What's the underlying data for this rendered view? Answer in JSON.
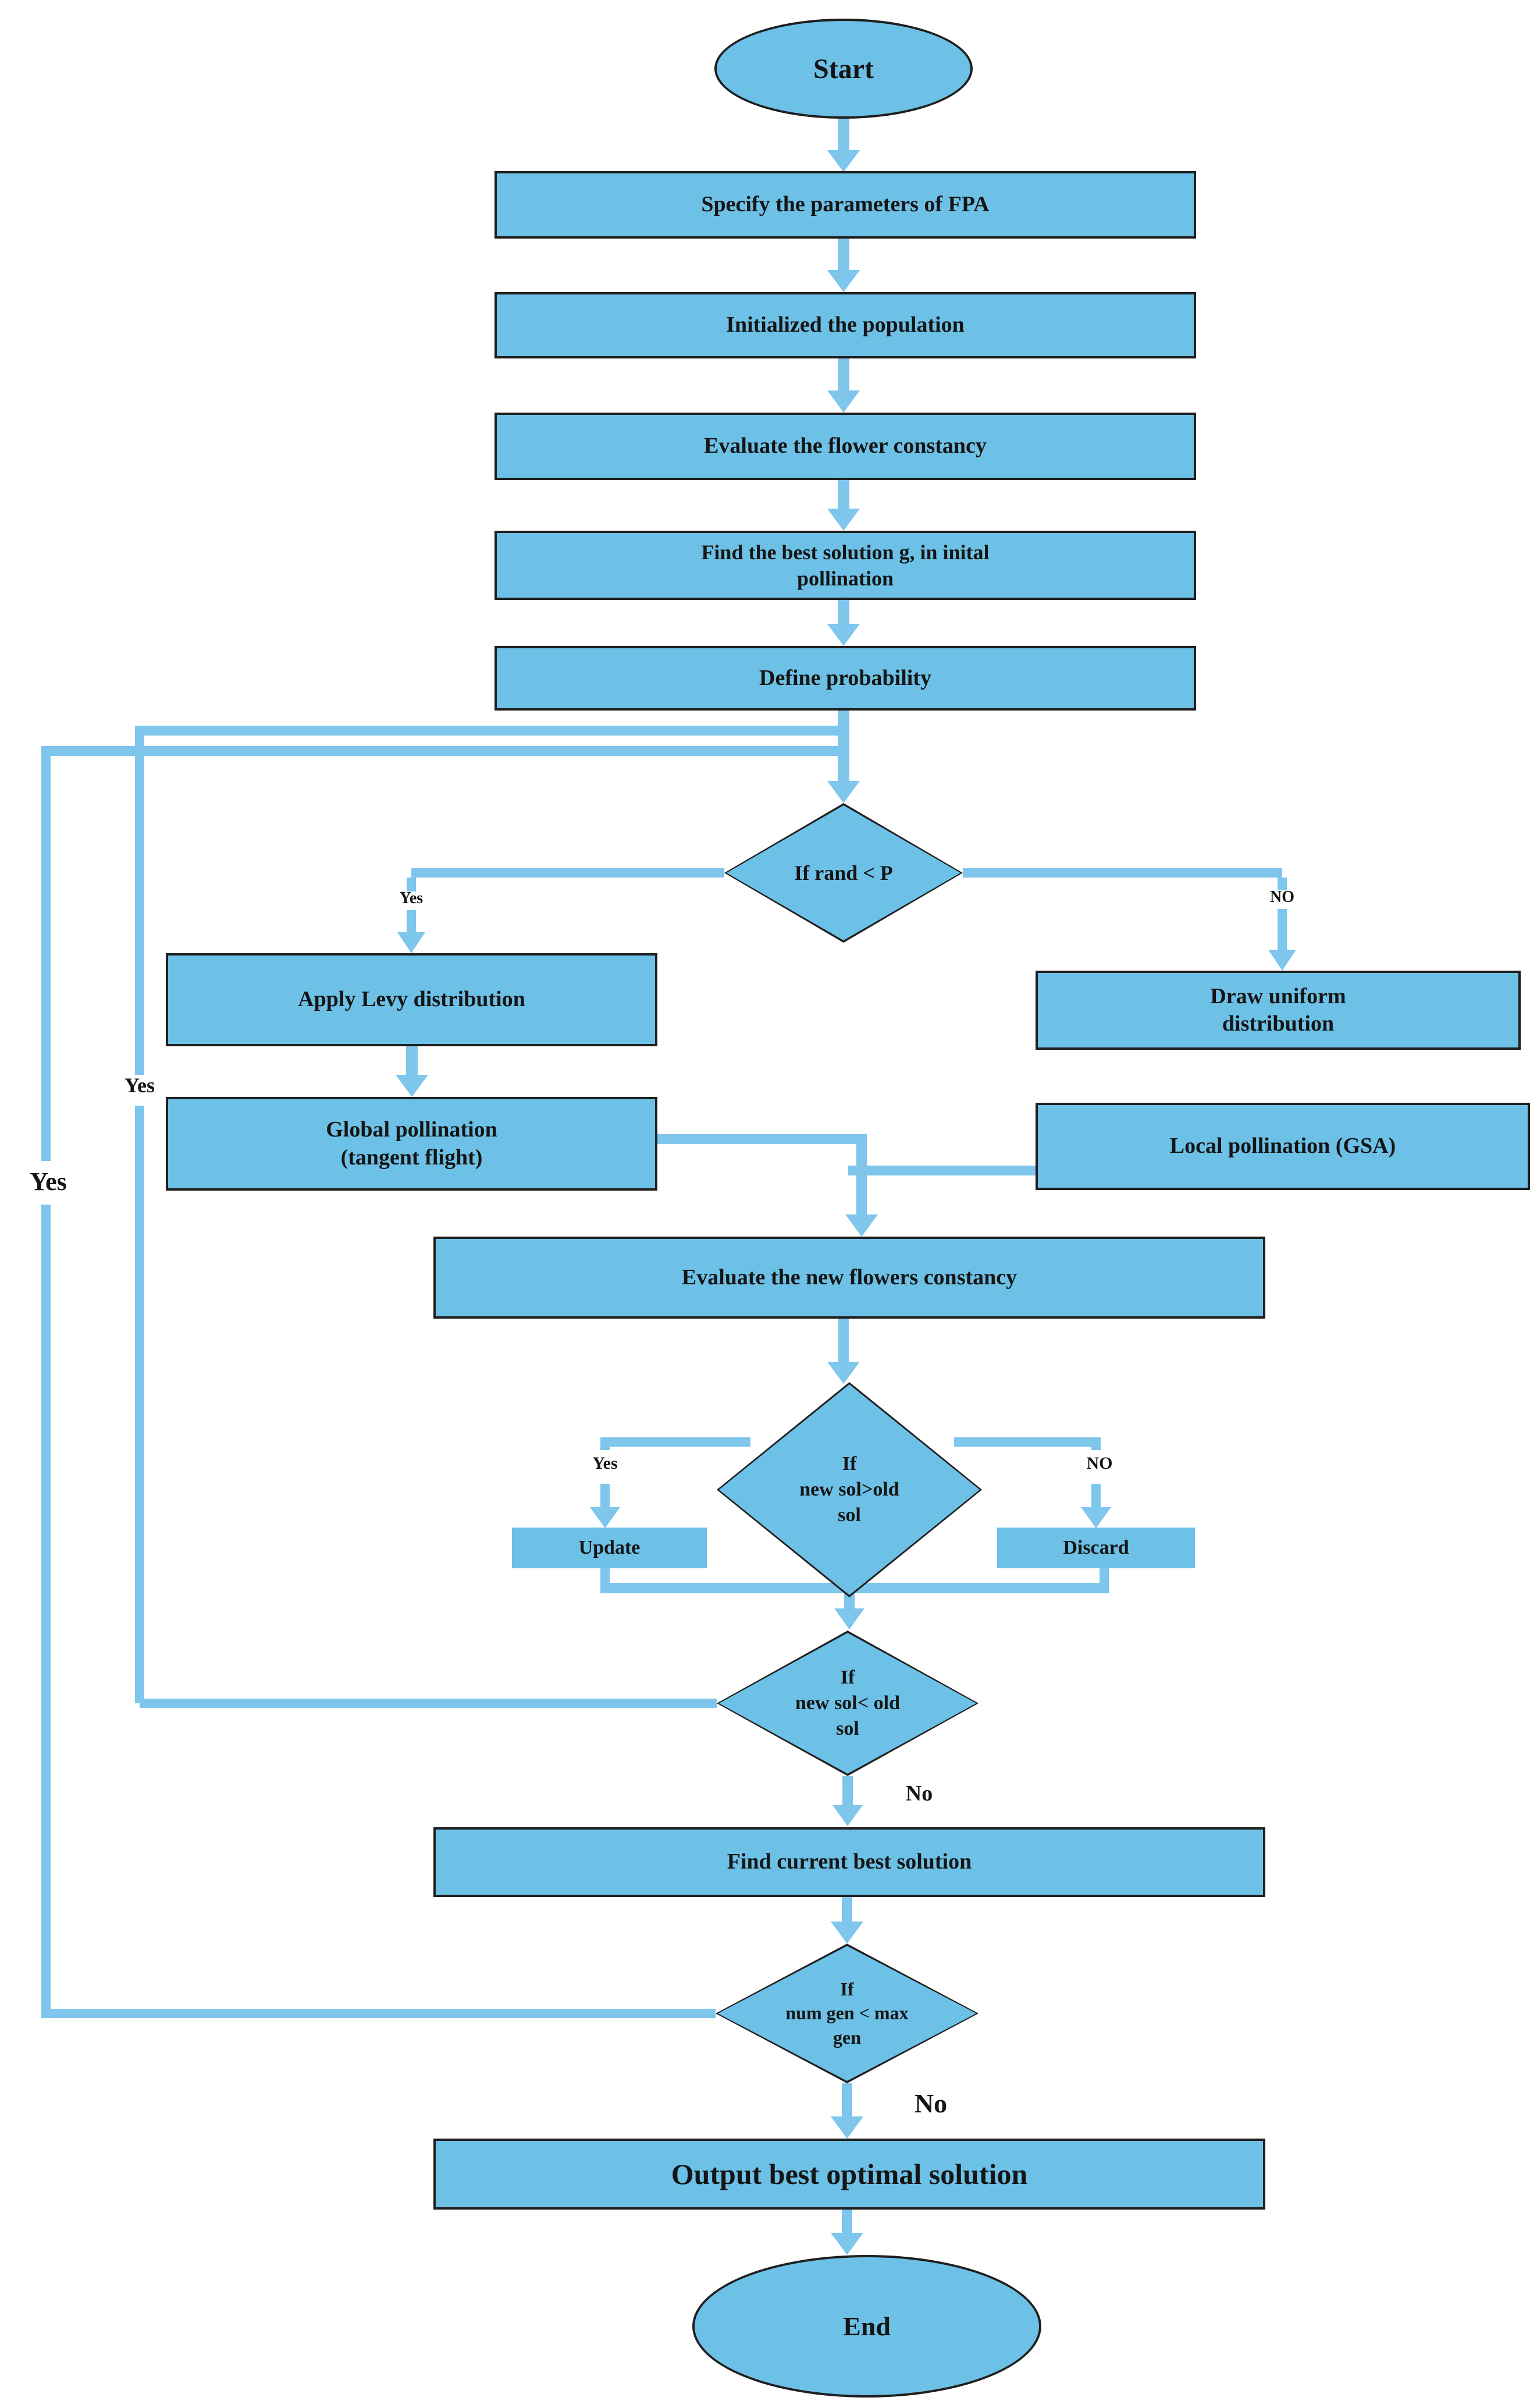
{
  "nodes": {
    "start": "Start",
    "specify_params": "Specify the parameters of FPA",
    "init_population": "Initialized the population",
    "evaluate_constancy": "Evaluate the flower constancy",
    "find_best_initial": "Find the best solution g, in inital\npollination",
    "define_probability": "Define probability",
    "if_rand_lt_p": "If rand < P",
    "apply_levy": "Apply Levy distribution",
    "global_pollination": "Global pollination\n(tangent flight)",
    "draw_uniform": "Draw uniform\ndistribution",
    "local_pollination": "Local pollination (GSA)",
    "evaluate_new_constancy": "Evaluate the new flowers constancy",
    "if_new_gt_old": "If\nnew sol>old\nsol",
    "update": "Update",
    "discard": "Discard",
    "if_new_lt_old": "If\nnew sol< old\nsol",
    "find_current_best": "Find current best solution",
    "if_numgen_lt_maxgen": "If\nnum gen < max\ngen",
    "output_best": "Output best optimal solution",
    "end": "End"
  },
  "edge_labels": {
    "rand_yes": "Yes",
    "rand_no": "NO",
    "sol_gt_yes": "Yes",
    "sol_gt_no": "NO",
    "sol_lt_yes": "Yes",
    "sol_lt_no": "No",
    "numgen_yes": "Yes",
    "numgen_no": "No"
  },
  "colors": {
    "node_fill": "#6dc1e7",
    "node_border": "#1f1f1f",
    "arrow": "#7ec6ec",
    "text": "#151515",
    "background": "#ffffff"
  }
}
